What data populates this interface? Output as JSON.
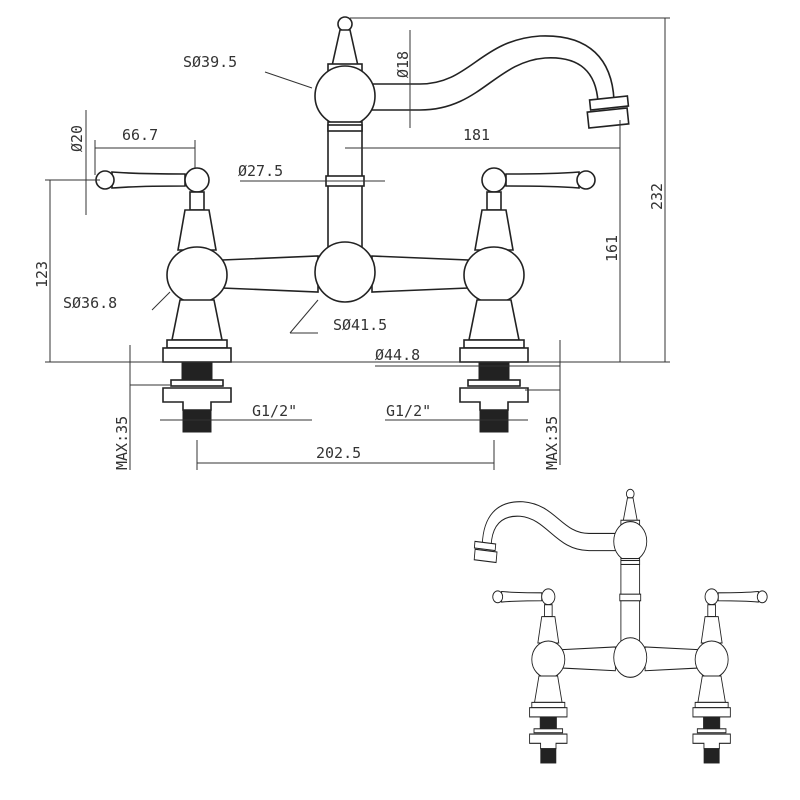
{
  "drawing": {
    "title": "Bridge faucet dimension drawing",
    "dimensions": {
      "spout_ball": "SØ39.5",
      "spout_dia": "Ø18",
      "handle_length": "66.7",
      "handle_dia": "Ø20",
      "spout_reach": "181",
      "column_dia": "Ø27.5",
      "total_height": "232",
      "spout_height": "161",
      "handle_height": "123",
      "valve_ball": "SØ36.8",
      "center_ball": "SØ41.5",
      "base_dia": "Ø44.8",
      "thread_left": "G1/2\"",
      "thread_right": "G1/2\"",
      "max_left": "MAX:35",
      "max_right": "MAX:35",
      "center_distance": "202.5"
    }
  }
}
